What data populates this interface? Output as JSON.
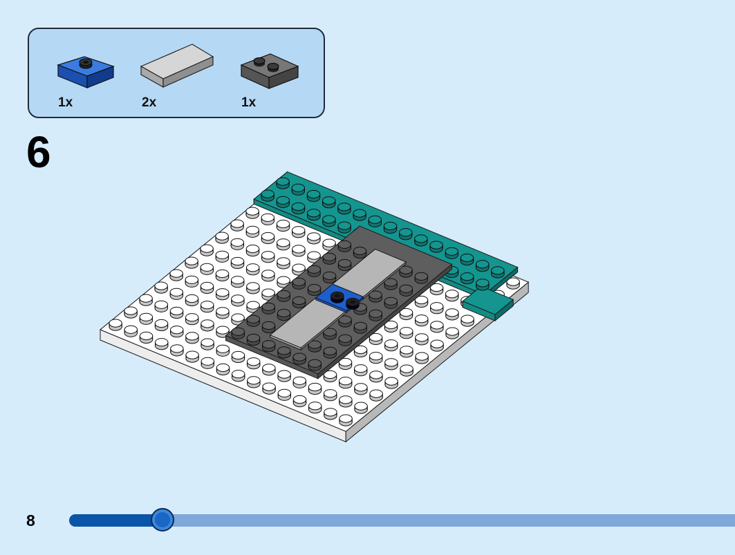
{
  "parts": [
    {
      "name": "blue-tile-1x1-stud",
      "quantity": "1x",
      "color": "#1d5fcf"
    },
    {
      "name": "light-gray-tile-2x4",
      "quantity": "2x",
      "color": "#b6b6b6"
    },
    {
      "name": "dark-gray-plate-2x2-jumper",
      "quantity": "1x",
      "color": "#5c5c5c"
    }
  ],
  "step_number": "6",
  "page_number": "8",
  "progress": {
    "fraction": 0.14
  },
  "colors": {
    "background": "#d7ecfb",
    "parts_box": "#b5d8f5",
    "white_brick": "#ffffff",
    "teal_brick": "#14958f",
    "dark_gray_brick": "#5e5e5e",
    "light_gray_tile": "#b6b6b6",
    "blue_tile": "#1d5fcf",
    "progress_fill": "#0a55a8",
    "progress_track": "#7fa7d9"
  }
}
